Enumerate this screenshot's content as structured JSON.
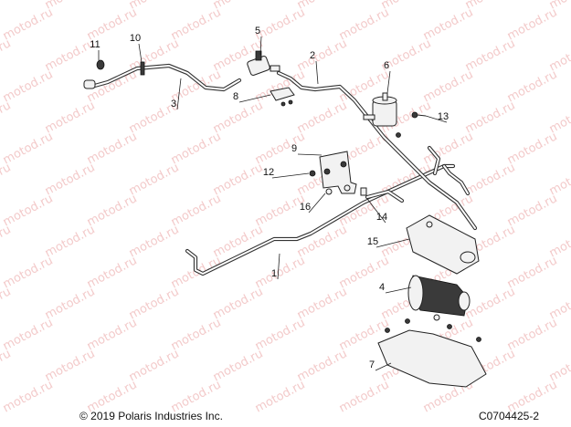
{
  "watermark": "motod.ru",
  "callouts": [
    "1",
    "2",
    "3",
    "4",
    "5",
    "6",
    "7",
    "8",
    "9",
    "10",
    "11",
    "12",
    "13",
    "14",
    "15",
    "16"
  ],
  "footer": {
    "copyright": "© 2019 Polaris Industries Inc.",
    "figure_id": "C0704425-2"
  }
}
